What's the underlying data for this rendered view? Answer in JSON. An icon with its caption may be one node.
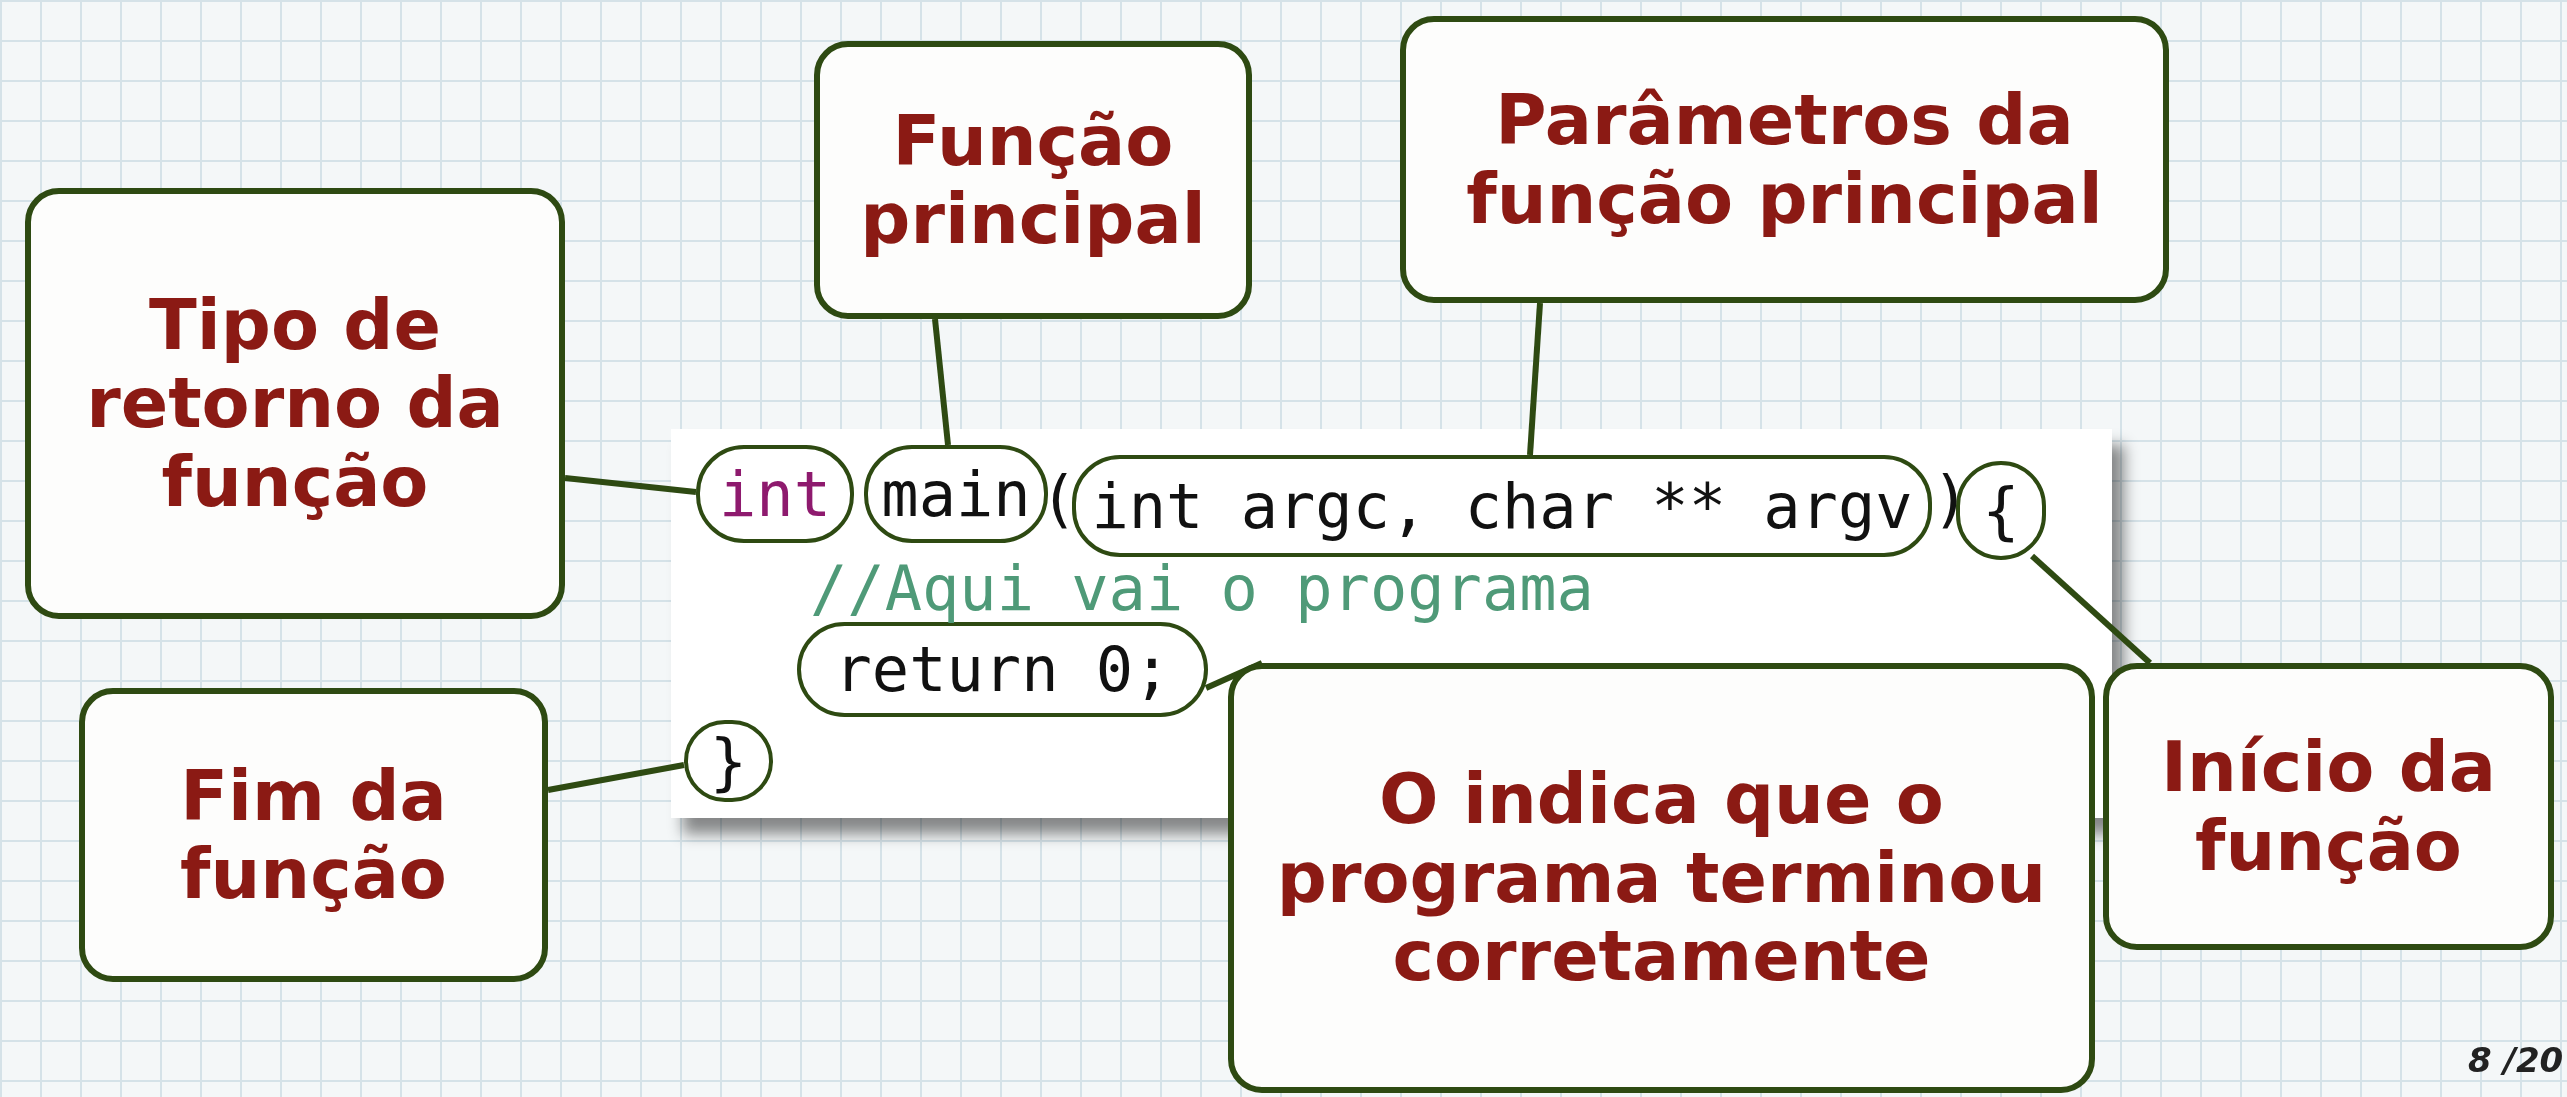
{
  "diagram": {
    "nodes": [
      {
        "text": [
          "Tipo de retorno da função"
        ]
      },
      {
        "text": [
          "Função principal"
        ]
      },
      {
        "text": [
          "Parâmetros da função principal"
        ]
      },
      {
        "text": [
          "int"
        ]
      },
      {
        "text": [
          "main"
        ]
      },
      {
        "text": [
          "int argc, char ** argv"
        ]
      },
      {
        "text": [
          "{"
        ]
      },
      {
        "text": [
          "return 0;"
        ]
      },
      {
        "text": [
          "}"
        ]
      },
      {
        "text": [
          "Fim da função"
        ]
      },
      {
        "text": [
          "O indica que o programa terminou corretamente"
        ]
      },
      {
        "text": [
          "Início da função"
        ]
      }
    ],
    "edges": [
      {
        "from": 0,
        "to": 3,
        "arrow": "none"
      },
      {
        "from": 1,
        "to": 4,
        "arrow": "none"
      },
      {
        "from": 2,
        "to": 5,
        "arrow": "none"
      },
      {
        "from": 11,
        "to": 6,
        "arrow": "none"
      },
      {
        "from": 10,
        "to": 7,
        "arrow": "none"
      },
      {
        "from": 9,
        "to": 8,
        "arrow": "none"
      }
    ],
    "labels": [
      "(",
      ")",
      "//Aqui vai o programa",
      "8 /20"
    ]
  }
}
